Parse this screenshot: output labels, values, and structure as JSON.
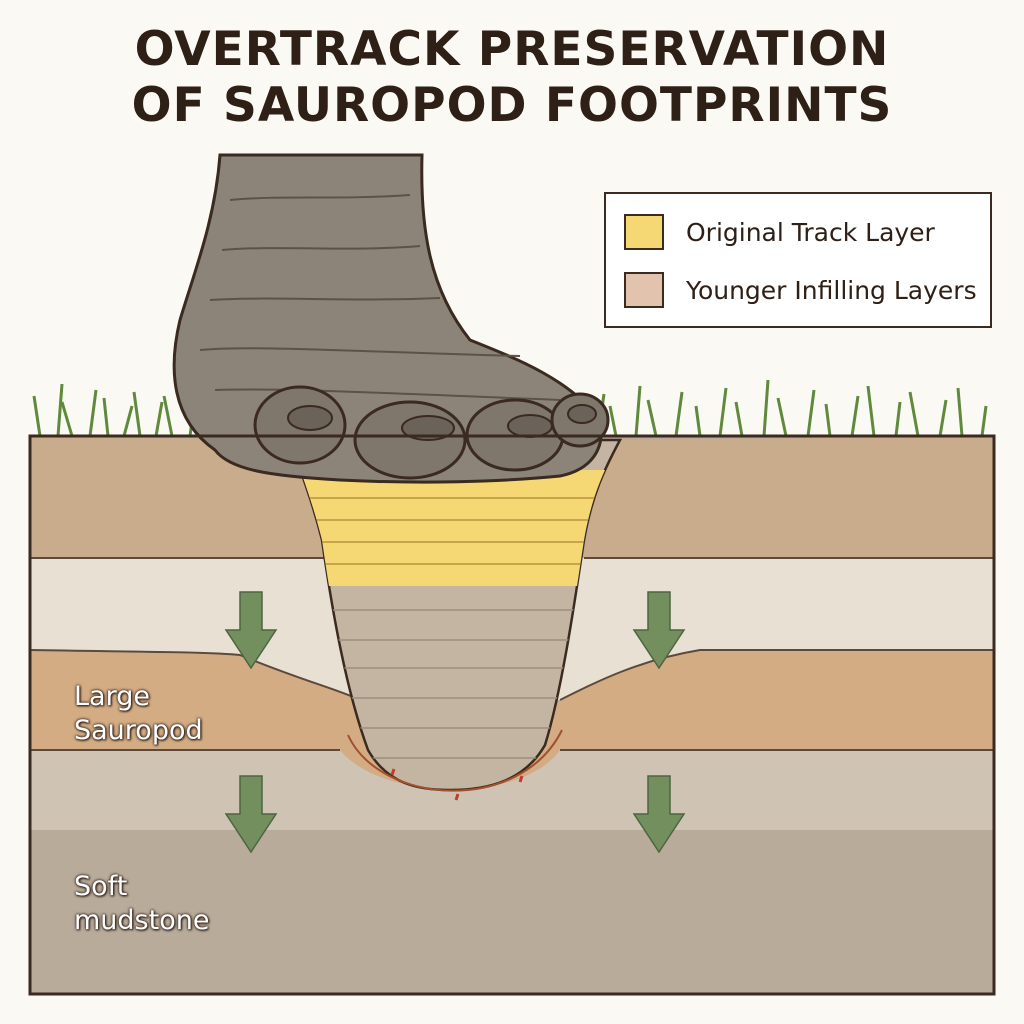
{
  "title": {
    "line1": "OVERTRACK PRESERVATION",
    "line2": "OF SAUROPOD FOOTPRINTS"
  },
  "legend": {
    "items": [
      {
        "label": "Original Track Layer",
        "color": "#f5d774"
      },
      {
        "label": "Younger Infilling Layers",
        "color": "#e2c3ad"
      }
    ]
  },
  "labels": {
    "sauropod": {
      "line1": "Large",
      "line2": "Sauropod"
    },
    "mudstone": {
      "line1": "Soft",
      "line2": "mudstone"
    }
  },
  "colors": {
    "topsoil": "#c9ac8c",
    "pale_band": "#e7e0d3",
    "orange_band": "#d4ac84",
    "lower_band": "#cfc4b4",
    "mudstone": "#b8ab9a",
    "track_fill": "#f5d774",
    "infill": "#c3b5a2",
    "arrow": "#748f5e",
    "grass": "#5f8a3c",
    "foot": "#8d8479",
    "outline": "#3a2a20"
  }
}
